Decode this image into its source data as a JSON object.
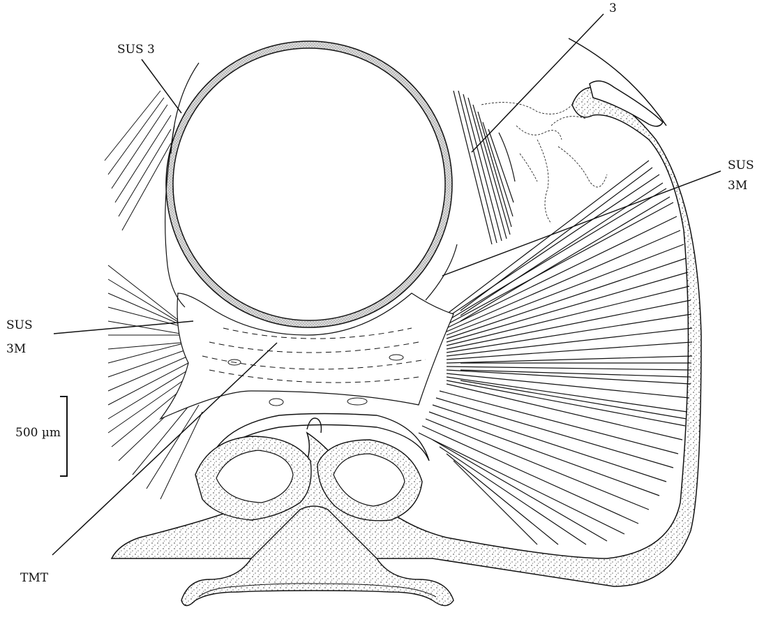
{
  "labels": {
    "sus3_top": "SUS 3",
    "three_top": "3",
    "sus3m_right_line1": "SUS",
    "sus3m_right_line2": "3M",
    "sus3m_left_line1": "SUS",
    "sus3m_left_line2": "3M",
    "scale": "500 µm",
    "tmt": "TMT"
  },
  "colors": {
    "ink": "#111111",
    "background": "#ffffff"
  }
}
